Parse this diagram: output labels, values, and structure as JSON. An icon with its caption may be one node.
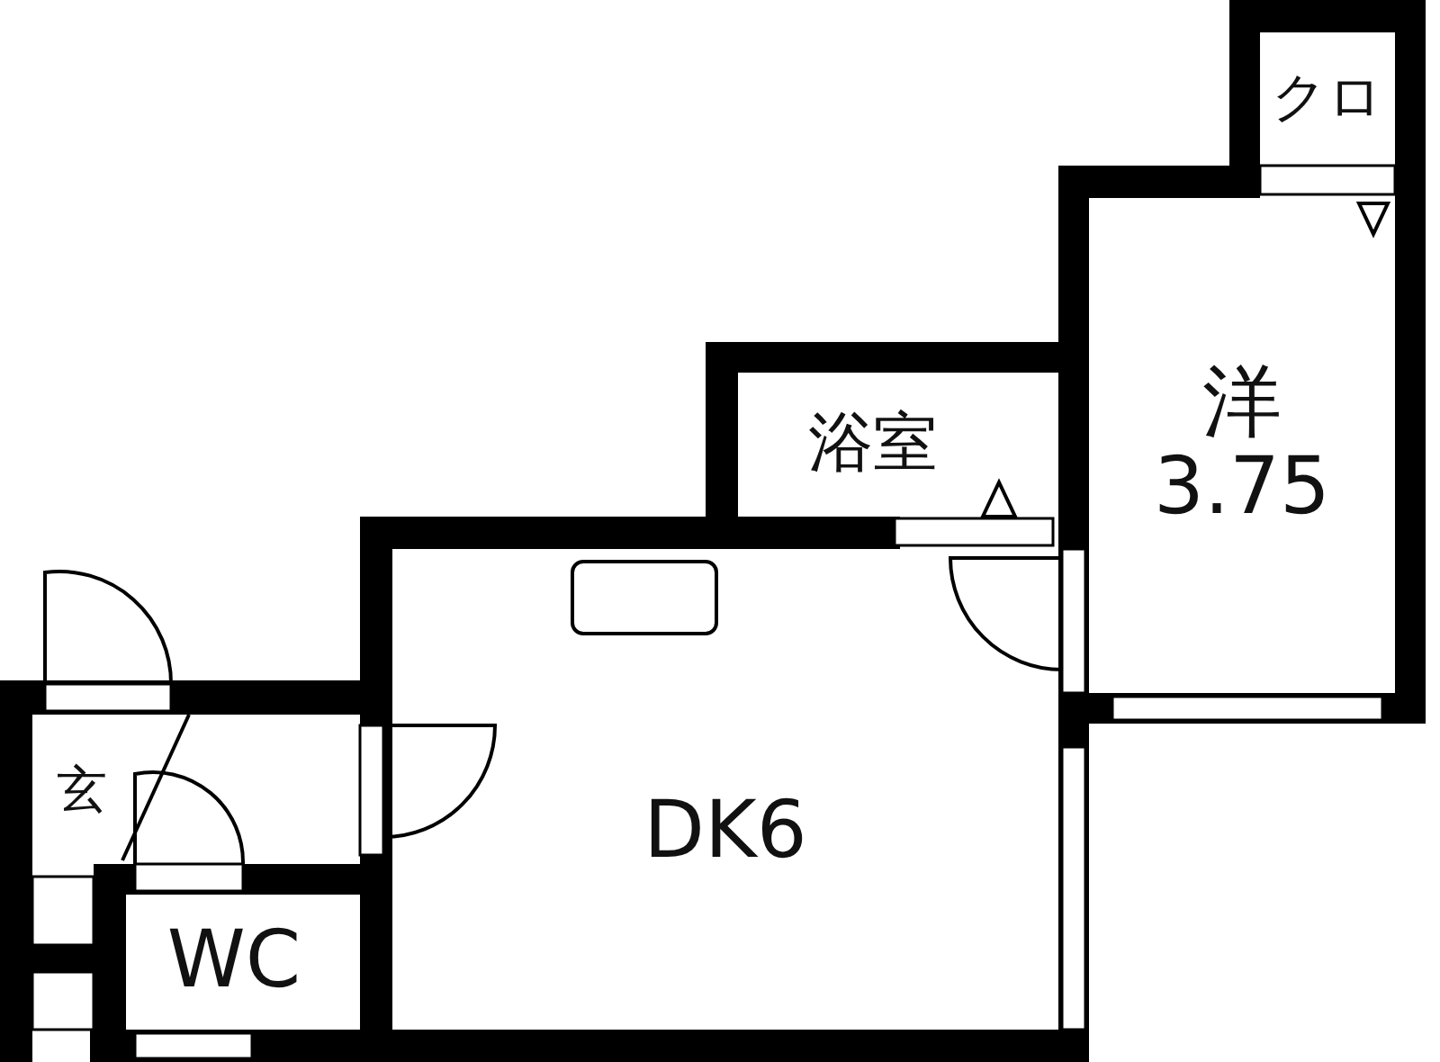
{
  "diagram": {
    "nodes": [
      {
        "text": [
          "クロ"
        ]
      },
      {
        "text": [
          "洋",
          "3.75"
        ]
      },
      {
        "text": [
          "浴室"
        ]
      },
      {
        "text": [
          "DK6"
        ]
      },
      {
        "text": [
          "玄"
        ]
      },
      {
        "text": [
          "WC"
        ]
      }
    ]
  }
}
